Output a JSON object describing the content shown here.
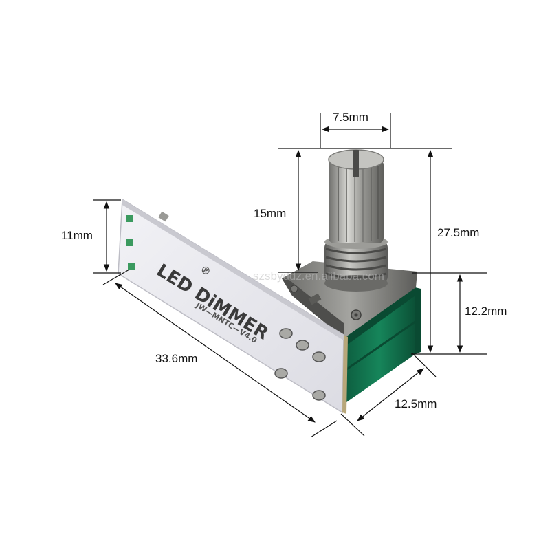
{
  "watermark": "szsbyddz.en.alibaba.com",
  "pcb": {
    "title": "LED DiMMER",
    "brand_mark": "®",
    "model": "JW—MNTC—V4.0"
  },
  "dimensions": {
    "shaft_width": "7.5mm",
    "shaft_height": "15mm",
    "total_height": "27.5mm",
    "body_height": "12.2mm",
    "board_height": "11mm",
    "board_length": "33.6mm",
    "body_depth": "12.5mm"
  },
  "colors": {
    "pcb": "#e9e9ee",
    "body_green": "#0f6e4a",
    "metal": "#8a8a88"
  }
}
